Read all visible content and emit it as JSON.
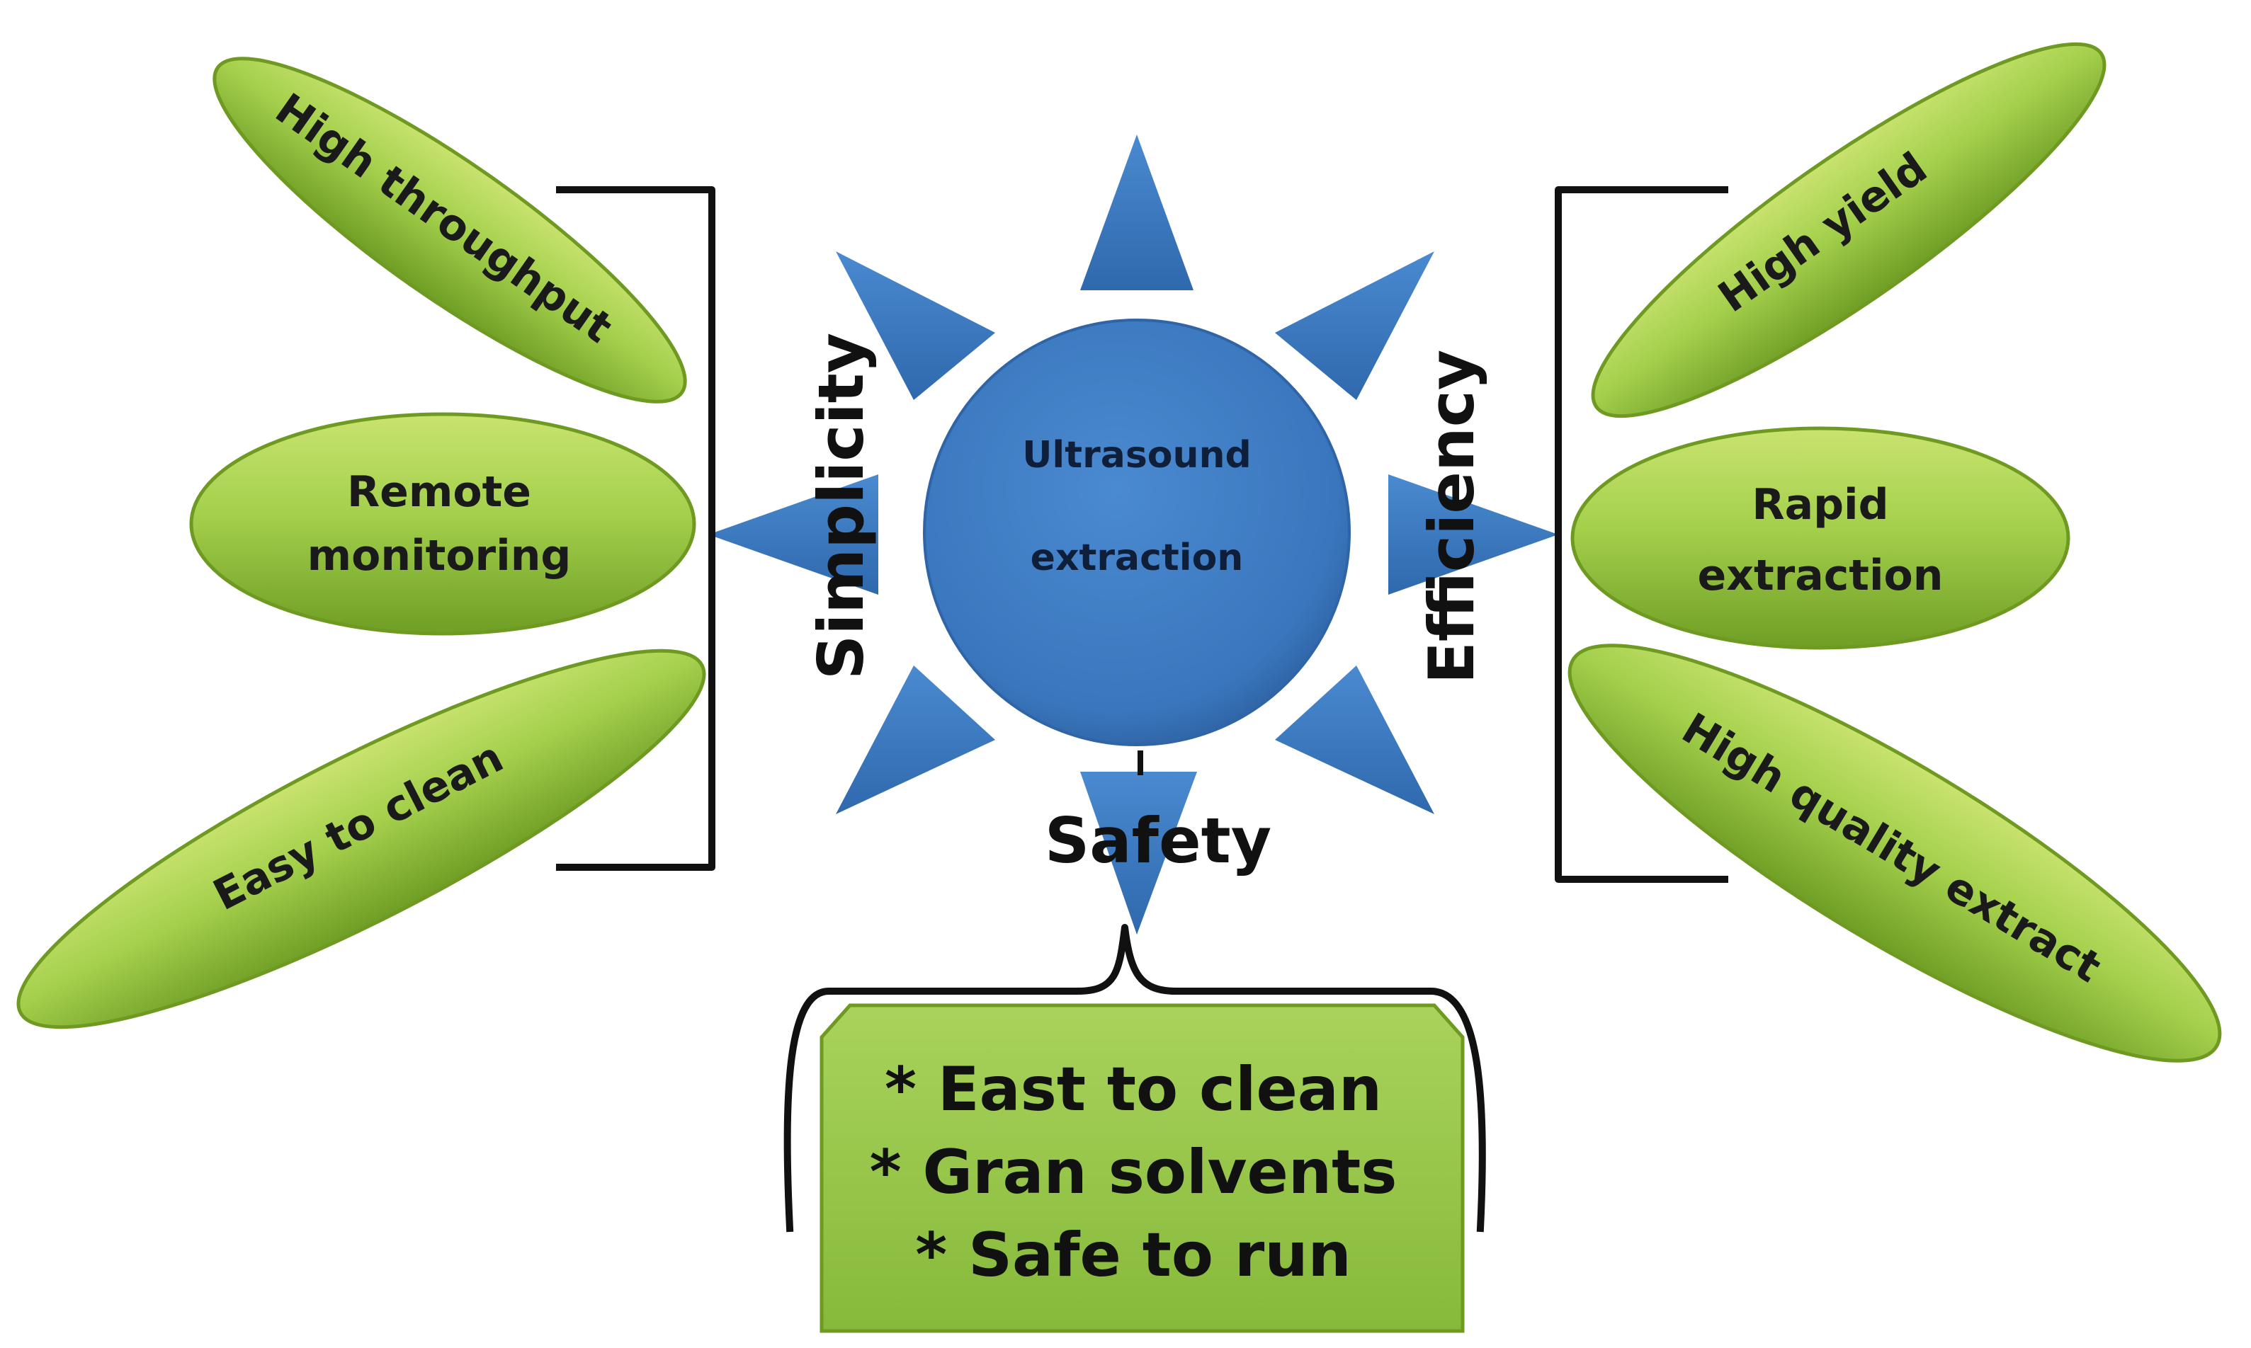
{
  "center": {
    "line1": "Ultrasound",
    "line2": "extraction"
  },
  "axes": {
    "left": "Simplicity",
    "right": "Efficiency",
    "bottom": "Safety"
  },
  "leaves": {
    "high_throughput": "High throughput",
    "remote_monitoring_1": "Remote",
    "remote_monitoring_2": "monitoring",
    "easy_to_clean": "Easy to clean",
    "high_yield": "High yield",
    "rapid_extraction_1": "Rapid",
    "rapid_extraction_2": "extraction",
    "high_quality_extract": "High quality extract"
  },
  "safety_box": {
    "items": [
      "* East to clean",
      "* Gran solvents",
      "* Safe to run"
    ]
  },
  "colors": {
    "leaf_fill": "#9ccc45",
    "leaf_stroke": "#6f9a22",
    "ray_fill": "#3e7fc6",
    "center_fill": "#3d7bc2",
    "box_fill": "#94c54a"
  }
}
